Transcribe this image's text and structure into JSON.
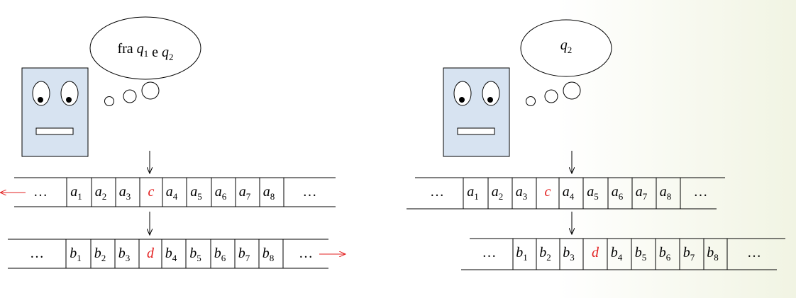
{
  "colors": {
    "face": "#d7e3f1",
    "accent": "#e32020",
    "ink": "#000000"
  },
  "left": {
    "thought": [
      {
        "text": "fra ",
        "italic": false
      },
      {
        "text": "q",
        "italic": true,
        "sub": "1"
      },
      {
        "text": " e ",
        "italic": false
      },
      {
        "text": "q",
        "italic": true,
        "sub": "2"
      }
    ],
    "tape1": [
      {
        "v": "…"
      },
      {
        "v": "a",
        "sub": "1"
      },
      {
        "v": "a",
        "sub": "2"
      },
      {
        "v": "a",
        "sub": "3"
      },
      {
        "v": "c",
        "red": true
      },
      {
        "v": "a",
        "sub": "4"
      },
      {
        "v": "a",
        "sub": "5"
      },
      {
        "v": "a",
        "sub": "6"
      },
      {
        "v": "a",
        "sub": "7"
      },
      {
        "v": "a",
        "sub": "8"
      },
      {
        "v": "…"
      }
    ],
    "tape2": [
      {
        "v": "…"
      },
      {
        "v": "b",
        "sub": "1"
      },
      {
        "v": "b",
        "sub": "2"
      },
      {
        "v": "b",
        "sub": "3"
      },
      {
        "v": "d",
        "red": true
      },
      {
        "v": "b",
        "sub": "4"
      },
      {
        "v": "b",
        "sub": "5"
      },
      {
        "v": "b",
        "sub": "6"
      },
      {
        "v": "b",
        "sub": "7"
      },
      {
        "v": "b",
        "sub": "8"
      },
      {
        "v": "…"
      }
    ]
  },
  "right": {
    "thought": [
      {
        "text": "q",
        "italic": true,
        "sub": "2"
      }
    ],
    "tape1": [
      {
        "v": "…"
      },
      {
        "v": "a",
        "sub": "1"
      },
      {
        "v": "a",
        "sub": "2"
      },
      {
        "v": "a",
        "sub": "3"
      },
      {
        "v": "c",
        "red": true
      },
      {
        "v": "a",
        "sub": "4"
      },
      {
        "v": "a",
        "sub": "5"
      },
      {
        "v": "a",
        "sub": "6"
      },
      {
        "v": "a",
        "sub": "7"
      },
      {
        "v": "a",
        "sub": "8"
      },
      {
        "v": "…"
      }
    ],
    "tape2": [
      {
        "v": "…"
      },
      {
        "v": "b",
        "sub": "1"
      },
      {
        "v": "b",
        "sub": "2"
      },
      {
        "v": "b",
        "sub": "3"
      },
      {
        "v": "d",
        "red": true
      },
      {
        "v": "b",
        "sub": "4"
      },
      {
        "v": "b",
        "sub": "5"
      },
      {
        "v": "b",
        "sub": "6"
      },
      {
        "v": "b",
        "sub": "7"
      },
      {
        "v": "b",
        "sub": "8"
      },
      {
        "v": "…"
      }
    ]
  }
}
